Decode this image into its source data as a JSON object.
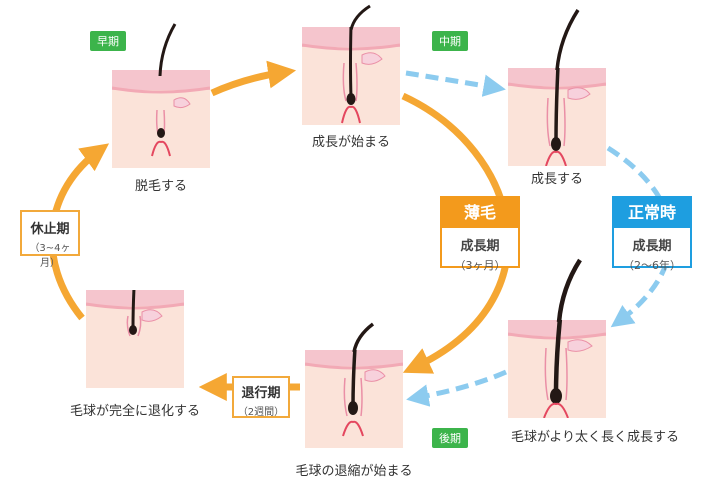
{
  "stages": {
    "early": "早期",
    "middle": "中期",
    "late": "後期"
  },
  "captions": {
    "shed": "脱毛する",
    "start": "成長が始まる",
    "grow": "成長する",
    "grow_thicker": "毛球がより太く長く成長する",
    "shrink_start": "毛球の退縮が始まる",
    "retracted": "毛球が完全に退化する"
  },
  "thin_box": {
    "header": "薄毛",
    "label": "成長期",
    "period": "（3ヶ月）"
  },
  "normal_box": {
    "header": "正常時",
    "label": "成長期",
    "period": "（2～6年）"
  },
  "rest_box": {
    "label": "休止期",
    "period": "（3~4ヶ月）"
  },
  "regress_box": {
    "label": "退行期",
    "period": "（2週間）"
  },
  "colors": {
    "orange_arrow": "#f5a733",
    "blue_arrow": "#8ccbef",
    "thin_header": "#f39a1c",
    "normal_header": "#1e9ee0",
    "stage_badge": "#3cb44b",
    "skin": "#fbe3d9",
    "skin_top": "#f2a9b5",
    "hair": "#231815"
  }
}
